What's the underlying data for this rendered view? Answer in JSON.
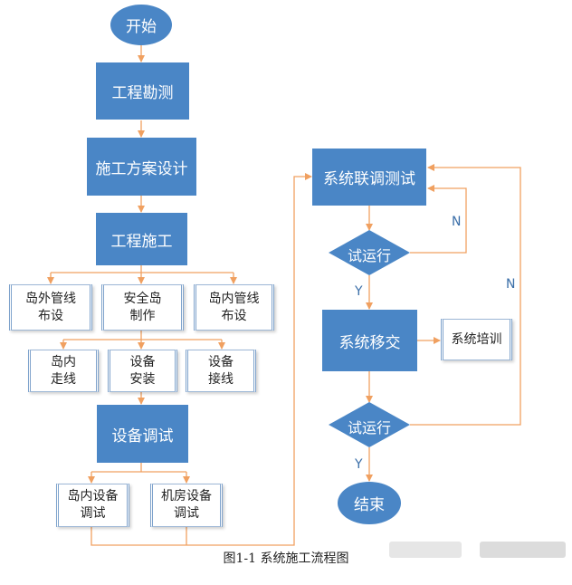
{
  "nodes": {
    "start": "开始",
    "survey": "工程勘测",
    "plan_design": "施工方案设计",
    "construction": "工程施工",
    "outer_pipe": "岛外管线\n布设",
    "safety_island": "安全岛\n制作",
    "inner_pipe": "岛内管线\n布设",
    "inner_route": "岛内\n走线",
    "equip_install": "设备\n安装",
    "equip_wiring": "设备\n接线",
    "equip_debug": "设备调试",
    "inner_equip_debug": "岛内设备\n调试",
    "room_equip_debug": "机房设备\n调试",
    "joint_test": "系统联调测试",
    "trial_run_1": "试运行",
    "handover": "系统移交",
    "training": "系统培训",
    "trial_run_2": "试运行",
    "end": "结束"
  },
  "labels": {
    "n1": "N",
    "y1": "Y",
    "n2": "N",
    "y2": "Y"
  },
  "caption": "图1-1  系统施工流程图",
  "colors": {
    "node_fill": "#4a86c6",
    "connector": "#f0a060",
    "label": "#3a6ea8"
  }
}
